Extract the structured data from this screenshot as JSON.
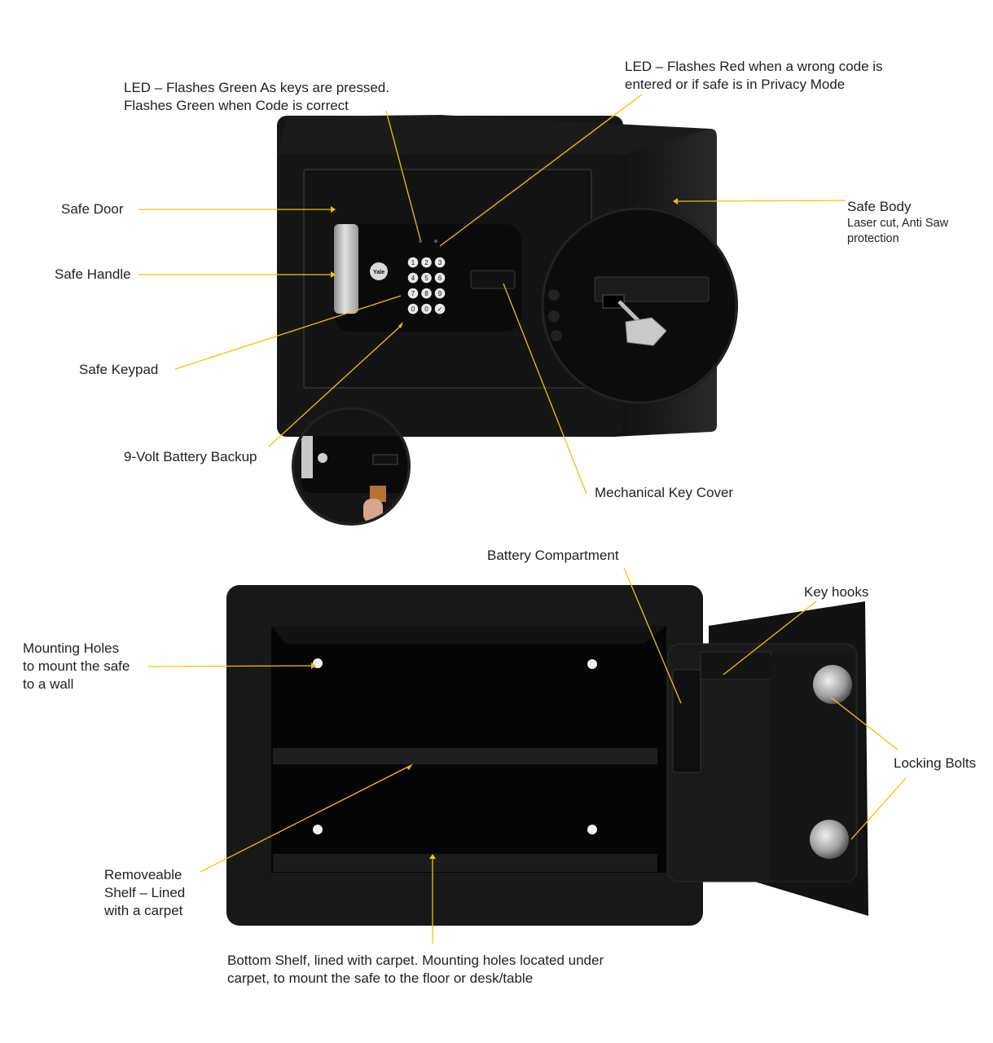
{
  "colors": {
    "leader": "#f2c200",
    "safe_body": "#141414",
    "safe_interior": "#060606",
    "handle_plate": "#b9b9b9",
    "text": "#222222",
    "background": "#ffffff"
  },
  "keypad": {
    "brand": "Yale",
    "keys": [
      "1",
      "2",
      "3",
      "4",
      "5",
      "6",
      "7",
      "8",
      "9",
      "0",
      "0",
      "✓"
    ]
  },
  "top_view": {
    "led_green": {
      "line1": "LED – Flashes Green As keys are pressed.",
      "line2": "Flashes Green when Code is correct"
    },
    "led_red": {
      "line1": "LED – Flashes Red when a wrong code is",
      "line2": "entered or if safe is in Privacy Mode"
    },
    "safe_door": "Safe Door",
    "safe_body": {
      "title": "Safe Body",
      "detail_line1": "Laser cut, Anti Saw",
      "detail_line2": "protection"
    },
    "safe_handle": "Safe Handle",
    "safe_keypad": "Safe Keypad",
    "battery_backup": "9-Volt Battery Backup",
    "key_cover": "Mechanical Key Cover"
  },
  "bottom_view": {
    "battery_compartment": "Battery Compartment",
    "key_hooks": "Key hooks",
    "mounting_holes": {
      "line1": "Mounting Holes",
      "line2": "to mount the safe",
      "line3": "to a wall"
    },
    "locking_bolts": "Locking Bolts",
    "removable_shelf": {
      "line1": "Removeable",
      "line2": "Shelf – Lined",
      "line3": "with a carpet"
    },
    "bottom_shelf": {
      "line1": "Bottom Shelf, lined with carpet. Mounting holes located under",
      "line2": "carpet, to mount the safe to the floor or desk/table"
    }
  }
}
